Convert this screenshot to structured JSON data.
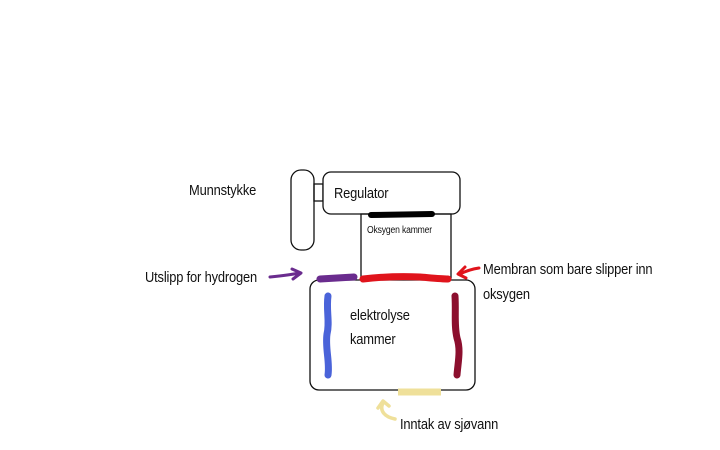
{
  "labels": {
    "mouthpiece": "Munnstykke",
    "regulator": "Regulator",
    "oxygen_chamber": "Oksygen kammer",
    "hydrogen_outlet": "Utslipp for hydrogen",
    "membrane_line1": "Membran som bare slipper inn",
    "membrane_line2": "oksygen",
    "electrolysis_line1": "elektrolyse",
    "electrolysis_line2": "kammer",
    "seawater_intake": "Inntak av sjøvann"
  },
  "colors": {
    "outline": "#111111",
    "membrane": "#e0141c",
    "hydrogen_outlet": "#6a2c8e",
    "electrode_left": "#4a63d9",
    "electrode_right": "#8c0f2e",
    "seawater_intake": "#efe09a",
    "regulator_seal": "#000000"
  }
}
